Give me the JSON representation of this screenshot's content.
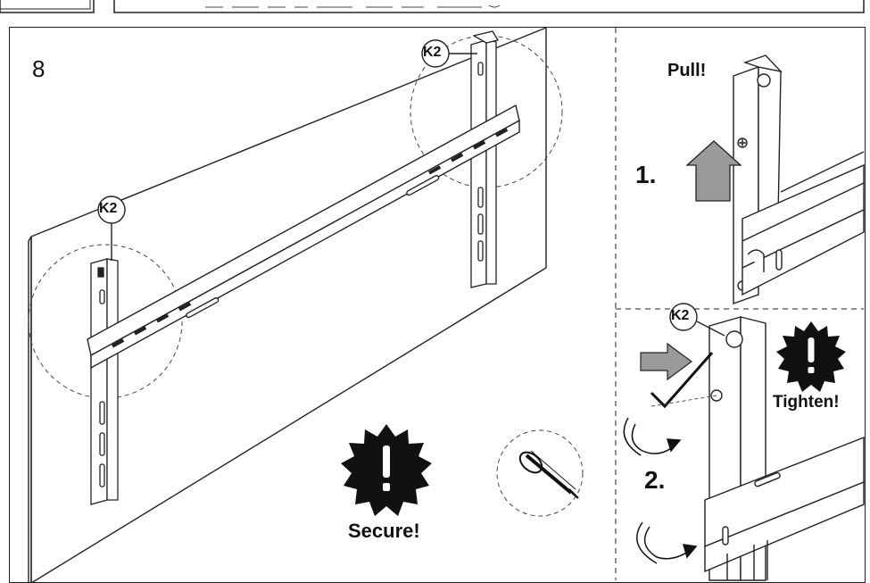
{
  "step": {
    "number": "8"
  },
  "labels": {
    "k2_top": "K2",
    "k2_left": "K2",
    "k2_tighten": "K2",
    "pull": "Pull!",
    "step_one": "1.",
    "step_two": "2.",
    "secure": "Secure!",
    "tighten": "Tighten!"
  },
  "icons": {
    "warning_secure": "exclamation-burst-icon",
    "warning_tighten": "exclamation-burst-icon",
    "cable_tie": "cable-tie-icon",
    "hex_key": "allen-key-icon",
    "push_arrow": "push-arrow-icon",
    "up_arrow": "up-arrow-icon",
    "rotate_arrow": "rotate-arrow-icon"
  }
}
